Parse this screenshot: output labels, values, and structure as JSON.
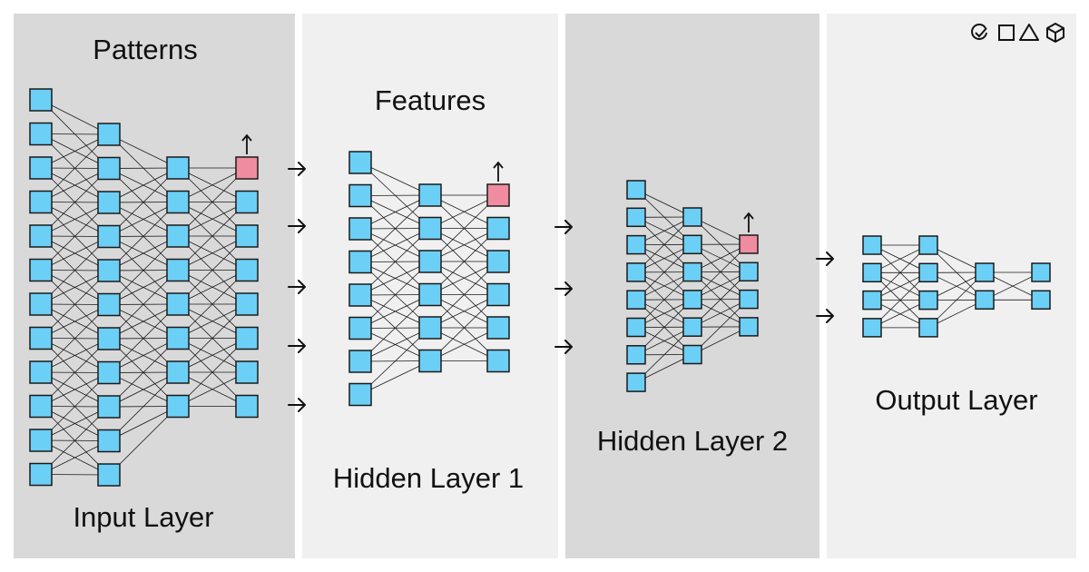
{
  "colors": {
    "node_fill": "#6ccff6",
    "node_highlight": "#f08ca0",
    "node_stroke": "#1a1a1a",
    "edge": "#1a1a1a",
    "panel_dark": "#d9d9d9",
    "panel_light": "#f0f0f0"
  },
  "labels": {
    "patterns": "Patterns",
    "input_layer": "Input Layer",
    "features": "Features",
    "hidden_layer_1": "Hidden Layer 1",
    "hidden_layer_2": "Hidden Layer 2",
    "output_layer": "Output Layer"
  },
  "networks": [
    {
      "name": "input-layer-network",
      "columns": [
        12,
        11,
        8,
        8
      ],
      "highlight": {
        "column": 3,
        "node": 0
      }
    },
    {
      "name": "hidden-layer-1-network",
      "columns": [
        8,
        6,
        6
      ],
      "highlight": {
        "column": 2,
        "node": 0
      }
    },
    {
      "name": "hidden-layer-2-network",
      "columns": [
        8,
        6,
        4
      ],
      "highlight": {
        "column": 2,
        "node": 0
      }
    },
    {
      "name": "output-layer-network",
      "columns": [
        4,
        4,
        2,
        2
      ],
      "highlight": null
    }
  ],
  "arrow_groups": [
    {
      "name": "input-to-hidden1-arrows",
      "count": 5
    },
    {
      "name": "hidden1-to-hidden2-arrows",
      "count": 3
    },
    {
      "name": "hidden2-to-output-arrows",
      "count": 2
    }
  ],
  "icons": [
    "check-circle-icon",
    "square-icon",
    "triangle-icon",
    "cube-icon"
  ]
}
